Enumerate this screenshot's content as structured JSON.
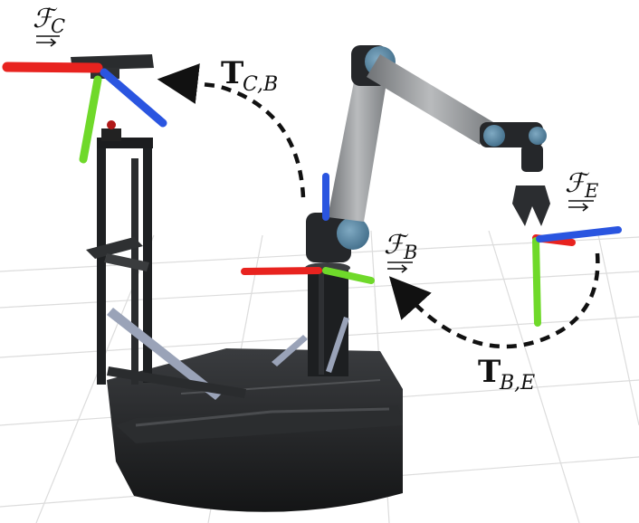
{
  "frames": {
    "camera": {
      "script": "ℱ",
      "sub": "C"
    },
    "base": {
      "script": "ℱ",
      "sub": "B"
    },
    "end_effector": {
      "script": "ℱ",
      "sub": "E"
    }
  },
  "transforms": {
    "camera_base": {
      "bold": "T",
      "sub": "C,B"
    },
    "base_effector": {
      "bold": "T",
      "sub": "B,E"
    }
  },
  "colors": {
    "axis_x": "#e8231f",
    "axis_y": "#6fd92a",
    "axis_z": "#2a55e0",
    "robot_body": "#222426",
    "arm_link": "#9a9c9e",
    "joint_cap": "#4d7a96",
    "floor_grid": "#d6d6d6",
    "arrow": "#111111"
  }
}
